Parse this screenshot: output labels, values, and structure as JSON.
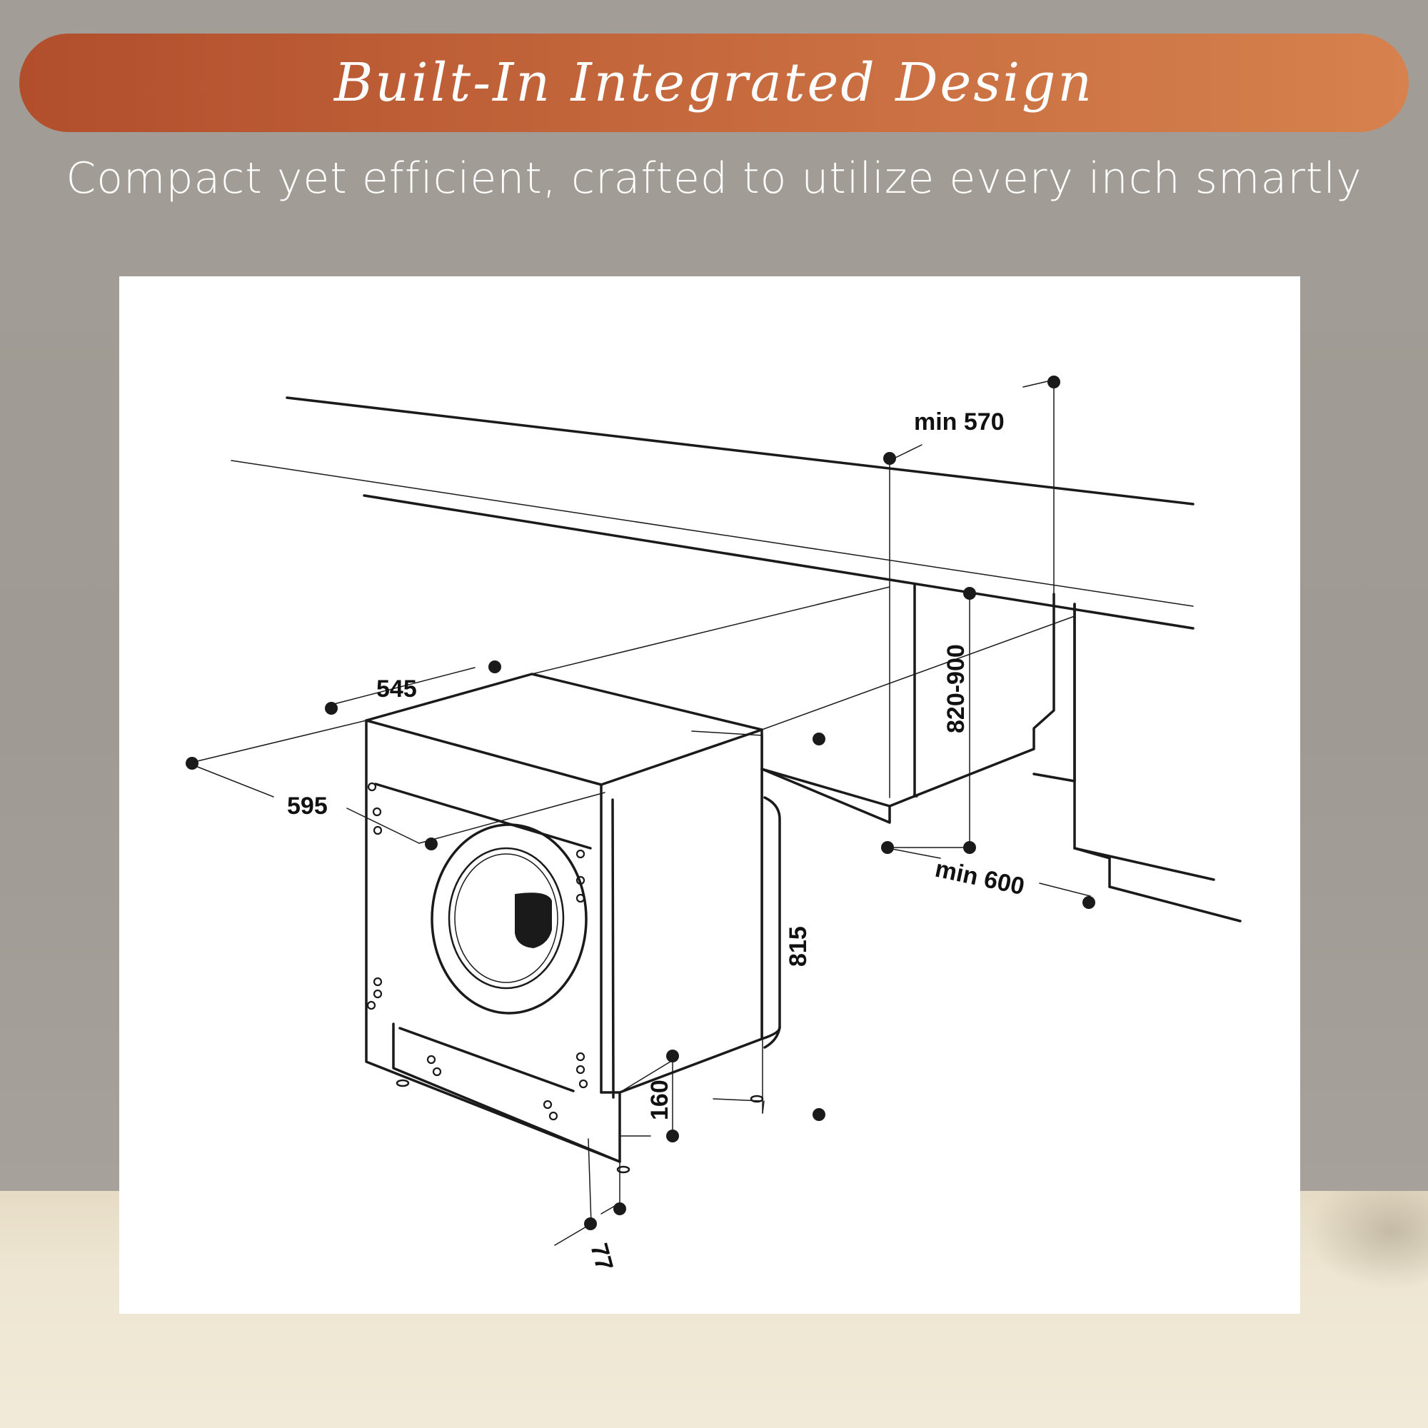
{
  "header": {
    "title": "Built-In Integrated Design",
    "subtitle": "Compact yet efficient, crafted to utilize every inch smartly"
  },
  "diagram": {
    "dimensions": {
      "min_depth": "min 570",
      "depth": "545",
      "width": "595",
      "height_range": "820-900",
      "min_width": "min 600",
      "height": "815",
      "plinth": "160",
      "foot": "77"
    }
  },
  "colors": {
    "banner_start": "#b14e2c",
    "banner_end": "#d6814e",
    "wall": "#a29d95",
    "panel": "#ffffff",
    "line": "#1a1a1a"
  }
}
